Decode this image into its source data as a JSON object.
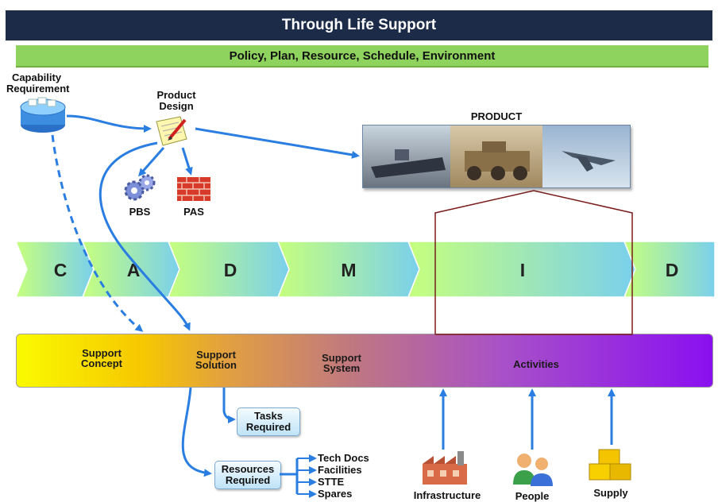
{
  "header": {
    "title": "Through Life Support"
  },
  "policy_bar": {
    "text": "Policy, Plan, Resource, Schedule, Environment"
  },
  "nodes": {
    "capability": "Capability Requirement",
    "product_design": "Product Design",
    "pbs": "PBS",
    "pas": "PAS",
    "product": "PRODUCT"
  },
  "phases": [
    "C",
    "A",
    "D",
    "M",
    "I",
    "D"
  ],
  "support_band": {
    "concept": "Support Concept",
    "solution": "Support Solution",
    "system": "Support System",
    "activities": "Activities"
  },
  "outputs": {
    "tasks": "Tasks Required",
    "resources": "Resources Required",
    "resource_list": [
      "Tech Docs",
      "Facilities",
      "STTE",
      "Spares"
    ]
  },
  "inputs": [
    "Infrastructure",
    "People",
    "Supply"
  ],
  "colors": {
    "title_bar": "#1c2b48",
    "policy_bar": "#8ed35e",
    "arrow": "#2a7de1",
    "product_outline": "#7a1a1a"
  },
  "icons": [
    "database-icon",
    "design-document-icon",
    "gears-icon",
    "brick-wall-icon",
    "factory-icon",
    "people-icon",
    "boxes-icon"
  ]
}
